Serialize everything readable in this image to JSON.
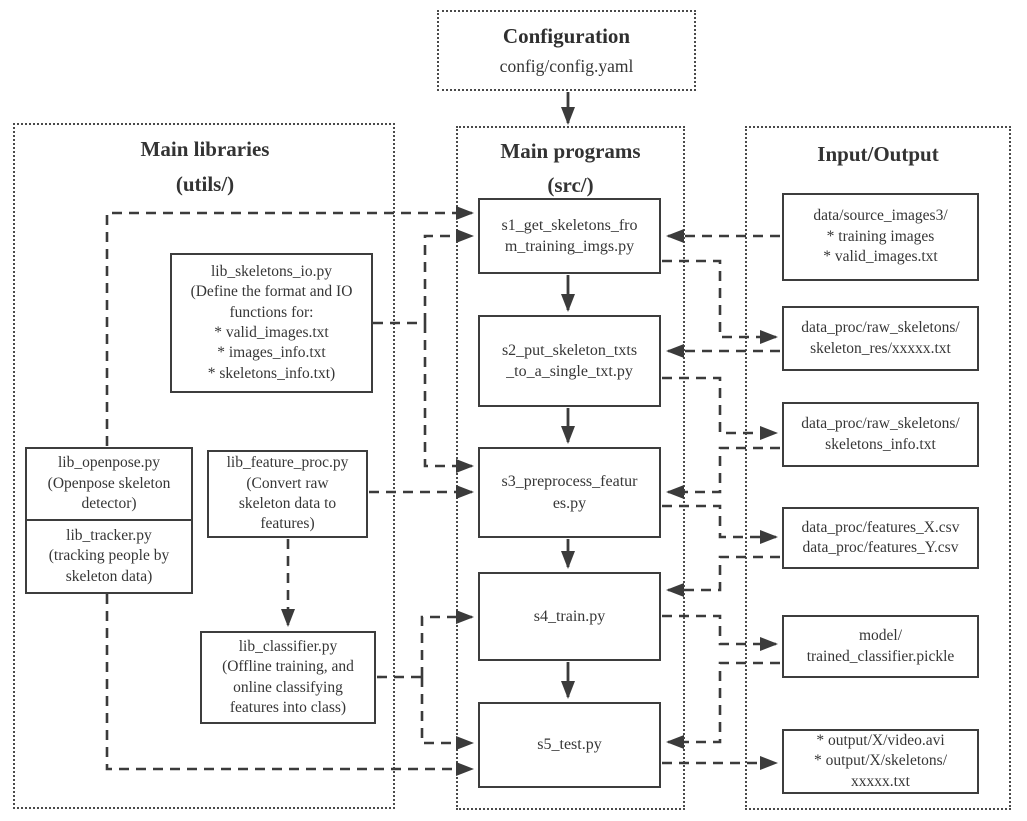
{
  "config": {
    "title": "Configuration",
    "path": "config/config.yaml"
  },
  "sections": {
    "libraries": {
      "title": "Main libraries",
      "subtitle": "(utils/)"
    },
    "programs": {
      "title": "Main programs",
      "subtitle": "(src/)"
    },
    "io": {
      "title": "Input/Output"
    }
  },
  "nodes": {
    "lib_skeletons_io": {
      "label": "lib_skeletons_io.py\n(Define the format and IO\nfunctions for:\n* valid_images.txt\n* images_info.txt\n* skeletons_info.txt)"
    },
    "lib_openpose": {
      "label": "lib_openpose.py\n(Openpose skeleton\ndetector)"
    },
    "lib_tracker": {
      "label": "lib_tracker.py\n(tracking people by\nskeleton data)"
    },
    "lib_feature_proc": {
      "label": "lib_feature_proc.py\n(Convert raw\nskeleton data to\nfeatures)"
    },
    "lib_classifier": {
      "label": "lib_classifier.py\n(Offline training, and\nonline classifying\nfeatures into class)"
    },
    "s1": {
      "label": "s1_get_skeletons_fro\nm_training_imgs.py"
    },
    "s2": {
      "label": "s2_put_skeleton_txts\n_to_a_single_txt.py"
    },
    "s3": {
      "label": "s3_preprocess_featur\nes.py"
    },
    "s4": {
      "label": "s4_train.py"
    },
    "s5": {
      "label": "s5_test.py"
    },
    "io_source_images": {
      "label": "data/source_images3/\n* training images\n* valid_images.txt"
    },
    "io_skeleton_res": {
      "label": "data_proc/raw_skeletons/\nskeleton_res/xxxxx.txt"
    },
    "io_skeletons_info": {
      "label": "data_proc/raw_skeletons/\nskeletons_info.txt"
    },
    "io_features": {
      "label": "data_proc/features_X.csv\ndata_proc/features_Y.csv"
    },
    "io_model": {
      "label": "model/\ntrained_classifier.pickle"
    },
    "io_output": {
      "label": "* output/X/video.avi\n* output/X/skeletons/\nxxxxx.txt"
    }
  },
  "connections": [
    {
      "from": "config",
      "to": "main_programs",
      "style": "solid"
    },
    {
      "from": "s1",
      "to": "s2",
      "style": "solid"
    },
    {
      "from": "s2",
      "to": "s3",
      "style": "solid"
    },
    {
      "from": "s3",
      "to": "s4",
      "style": "solid"
    },
    {
      "from": "s4",
      "to": "s5",
      "style": "solid"
    },
    {
      "from": "lib_openpose",
      "to": "s1",
      "style": "dashed"
    },
    {
      "from": "lib_tracker",
      "to": "s5",
      "style": "dashed"
    },
    {
      "from": "lib_skeletons_io",
      "to": "s1",
      "style": "dashed"
    },
    {
      "from": "lib_skeletons_io",
      "to": "s3",
      "style": "dashed"
    },
    {
      "from": "lib_feature_proc",
      "to": "s3",
      "style": "dashed"
    },
    {
      "from": "lib_feature_proc",
      "to": "lib_classifier",
      "style": "dashed"
    },
    {
      "from": "lib_classifier",
      "to": "s4",
      "style": "dashed"
    },
    {
      "from": "lib_classifier",
      "to": "s5",
      "style": "dashed"
    },
    {
      "from": "io_source_images",
      "to": "s1",
      "style": "dashed"
    },
    {
      "from": "s1",
      "to": "io_skeleton_res",
      "style": "dashed"
    },
    {
      "from": "io_skeleton_res",
      "to": "s2",
      "style": "dashed"
    },
    {
      "from": "s2",
      "to": "io_skeletons_info",
      "style": "dashed"
    },
    {
      "from": "io_skeletons_info",
      "to": "s3",
      "style": "dashed"
    },
    {
      "from": "s3",
      "to": "io_features",
      "style": "dashed"
    },
    {
      "from": "io_features",
      "to": "s4",
      "style": "dashed"
    },
    {
      "from": "s4",
      "to": "io_model",
      "style": "dashed"
    },
    {
      "from": "io_model",
      "to": "s5",
      "style": "dashed"
    },
    {
      "from": "s5",
      "to": "io_output",
      "style": "dashed"
    }
  ],
  "colors": {
    "line": "#3b3b3b",
    "text": "#363636",
    "background": "#ffffff"
  }
}
